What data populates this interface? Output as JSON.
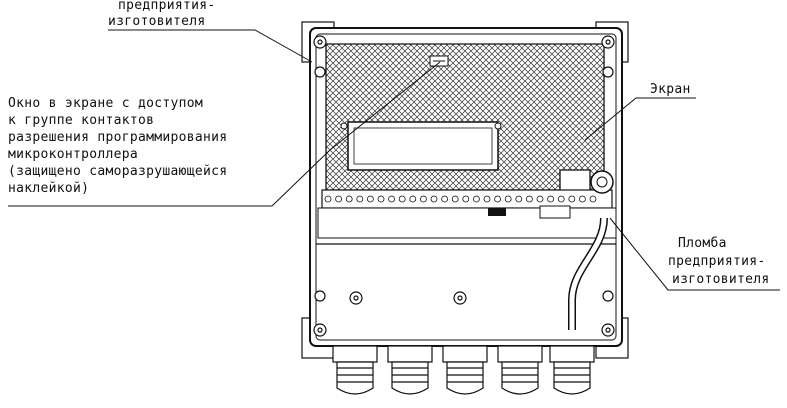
{
  "labels": {
    "top_left": [
      "предприятия-",
      "изготовителя"
    ],
    "window_note": [
      "Окно в экране с доступом",
      "к группе контактов",
      "разрешения программирования",
      "микроконтроллера",
      "(защищено саморазрушающейся",
      "наклейкой)"
    ],
    "screen": "Экран",
    "seal": [
      "Пломба",
      "предприятия-",
      "изготовителя"
    ]
  },
  "colors": {
    "ink": "#111111",
    "paper": "#ffffff",
    "hatch": "#333333"
  }
}
